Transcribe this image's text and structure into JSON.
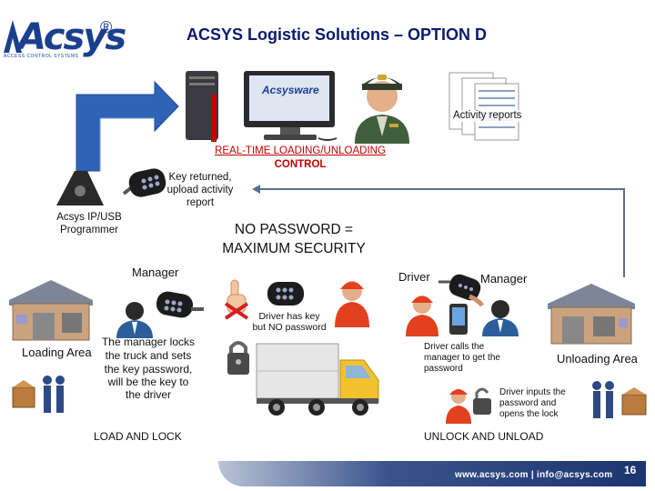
{
  "title": "ACSYS Logistic Solutions – OPTION D",
  "logo": {
    "text": "Acsys",
    "tagline": "ACCESS CONTROL SYSTEMS",
    "registered": "®"
  },
  "software_screen_label": "Acsysware",
  "activity_reports": "Activity reports",
  "realtime": {
    "line1": "REAL-TIME LOADING/UNLOADING",
    "line2": "CONTROL"
  },
  "key_returned": {
    "line1": "Key returned,",
    "line2": "upload activity",
    "line3": "report"
  },
  "programmer": {
    "line1": "Acsys IP/USB",
    "line2": "Programmer"
  },
  "security": {
    "line1": "NO PASSWORD =",
    "line2": "MAXIMUM SECURITY"
  },
  "manager_left": "Manager",
  "driver": "Driver",
  "manager_right": "Manager",
  "driver_has_key": {
    "line1": "Driver has key",
    "line2": "but NO password"
  },
  "loading_area": "Loading Area",
  "unloading_area": "Unloading Area",
  "manager_locks": {
    "line1": "The manager locks",
    "line2": "the truck and sets",
    "line3": "the key password,",
    "line4": "will be the key to",
    "line5": "the driver"
  },
  "driver_calls": {
    "line1": "Driver calls the",
    "line2": "manager to get the",
    "line3": "password"
  },
  "driver_inputs": {
    "line1": "Driver inputs the",
    "line2": "password and",
    "line3": "opens the lock"
  },
  "load_and_lock": "LOAD AND LOCK",
  "unlock_and_unload": "UNLOCK AND UNLOAD",
  "footer": {
    "contact": "www.acsys.com | info@acsys.com",
    "page": "16"
  },
  "colors": {
    "arrow_blue": "#2f63b6",
    "title_blue": "#0a1a6b",
    "accent_red": "#c00000",
    "worker_red": "#e2401e",
    "manager_blue": "#2d5e9b"
  }
}
